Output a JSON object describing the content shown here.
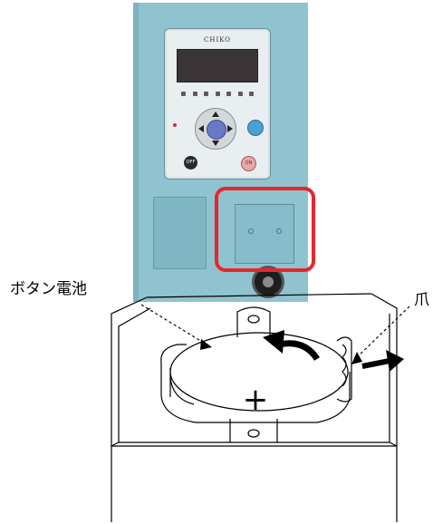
{
  "photo": {
    "brand": "CHIKO",
    "off_key": "OFF",
    "on_key": "ON"
  },
  "labels": {
    "battery": "ボタン電池",
    "claw": "爪",
    "plus": "+"
  }
}
